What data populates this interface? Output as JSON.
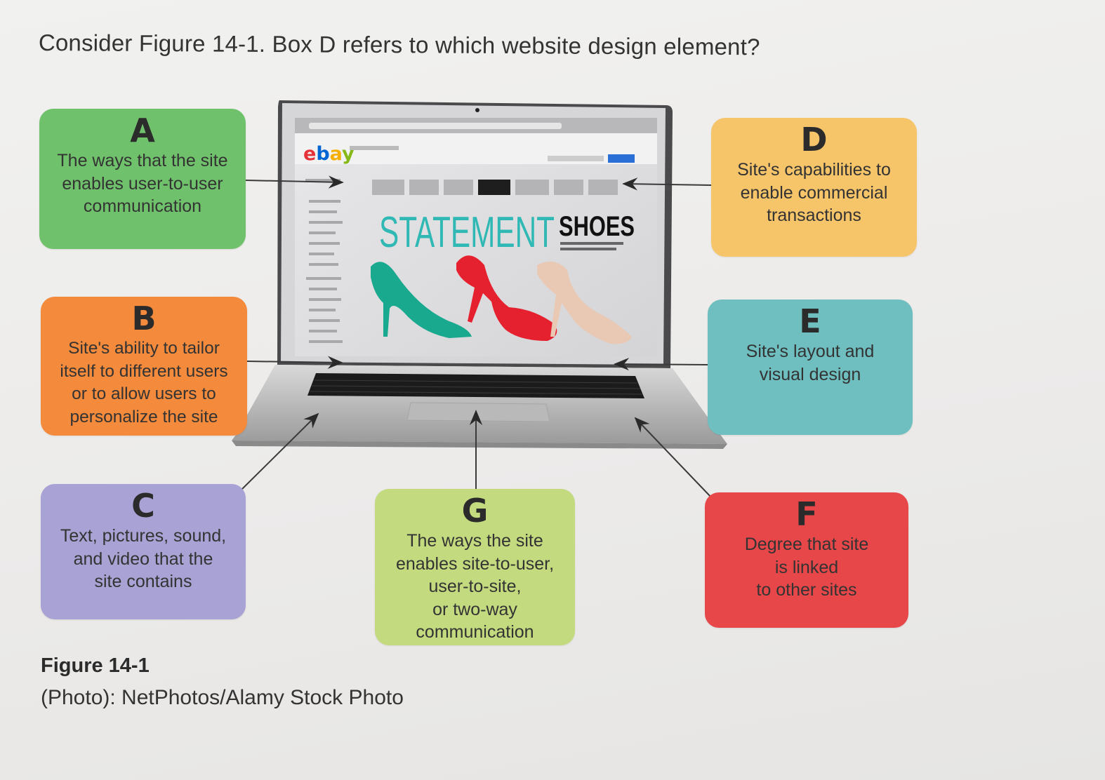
{
  "question": "Consider Figure 14-1. Box D refers to which website design element?",
  "boxes": {
    "a": {
      "letter": "A",
      "text": "The ways that the site\nenables user-to-user\ncommunication",
      "color": "#70c16c"
    },
    "b": {
      "letter": "B",
      "text": "Site's ability to tailor\nitself to different users\nor to allow users to\npersonalize the site",
      "color": "#f48a3b"
    },
    "c": {
      "letter": "C",
      "text": "Text, pictures, sound,\nand video that the\nsite contains",
      "color": "#a8a3d4"
    },
    "d": {
      "letter": "D",
      "text": "Site's capabilities to\nenable commercial\ntransactions",
      "color": "#f6c56a"
    },
    "e": {
      "letter": "E",
      "text": "Site's layout and\nvisual design",
      "color": "#6fbfc0"
    },
    "f": {
      "letter": "F",
      "text": "Degree that site\nis linked\nto other sites",
      "color": "#e8474a"
    },
    "g": {
      "letter": "G",
      "text": "The ways the site\nenables site-to-user,\nuser-to-site,\nor two-way\ncommunication",
      "color": "#c3da7f"
    }
  },
  "laptop_screen": {
    "logo": "ebay",
    "headline_part1": "STATEMENT",
    "headline_part2": "SHOES",
    "headline_color": "#2fb8b4"
  },
  "caption": {
    "title": "Figure 14-1",
    "credit": "(Photo): NetPhotos/Alamy Stock Photo"
  }
}
